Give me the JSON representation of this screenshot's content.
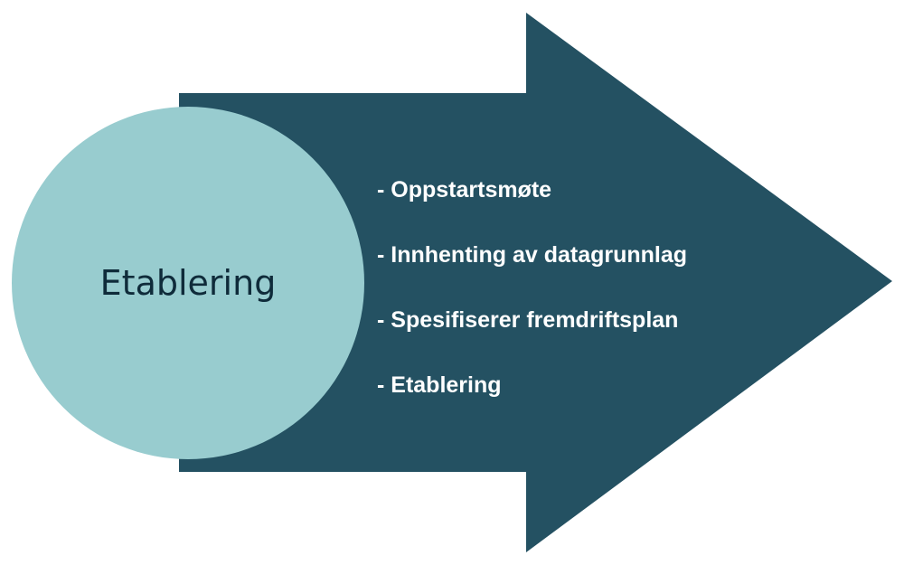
{
  "colors": {
    "arrow": "#245162",
    "circle": "#98cccf",
    "label": "#0f2b3a",
    "item_text": "#ffffff"
  },
  "circle_label": "Etablering",
  "items": [
    "- Oppstartsmøte",
    "- Innhenting av datagrunnlag",
    "- Spesifiserer fremdriftsplan",
    "- Etablering"
  ]
}
